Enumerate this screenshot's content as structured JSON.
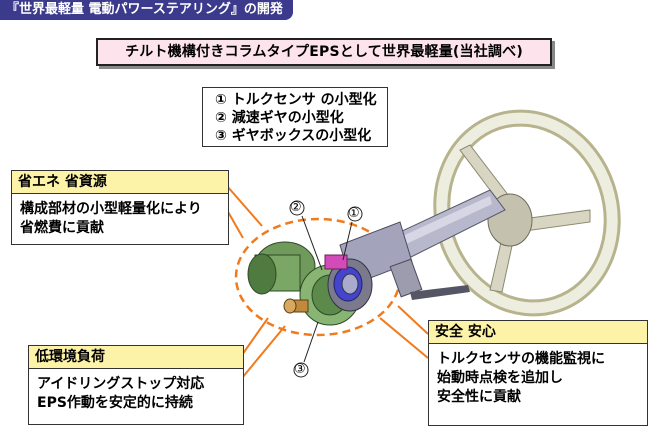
{
  "title": "『世界最軽量 電動パワーステアリング』の開発",
  "headline": "チルト機構付きコラムタイプEPSとして世界最軽量(当社調べ)",
  "points": [
    "① トルクセンサ の小型化",
    "② 減速ギヤの小型化",
    "③ ギヤボックスの小型化"
  ],
  "callouts": {
    "eco": {
      "header": "省エネ 省資源",
      "lines": [
        "構成部材の小型軽量化により",
        "省燃費に貢献"
      ]
    },
    "env": {
      "header": "低環境負荷",
      "lines": [
        "アイドリングストップ対応",
        "EPS作動を安定的に持続"
      ]
    },
    "safety": {
      "header": "安全 安心",
      "lines": [
        "トルクセンサの機能監視に",
        "始動時点検を追加し",
        "安全性に貢献"
      ]
    }
  },
  "diagram_labels": {
    "n1": "①",
    "n2": "②",
    "n3": "③"
  },
  "colors": {
    "title_bg": "#3b3a8c",
    "headline_bg": "#fce3ec",
    "callout_header": "#fcf2a8",
    "accent_orange": "#f07a1c"
  }
}
